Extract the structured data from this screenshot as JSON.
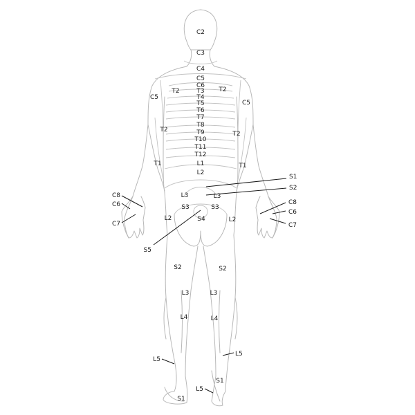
{
  "labels": {
    "c2": "C2",
    "c3": "C3",
    "c4": "C4",
    "c5": "C5",
    "c6": "C6",
    "t3": "T3",
    "t4": "T4",
    "t5": "T5",
    "t6": "T6",
    "t7": "T7",
    "t8": "T8",
    "t9": "T9",
    "t10": "T10",
    "t11": "T11",
    "t12": "T12",
    "l1": "L1",
    "l2": "L2",
    "t2_left_shoulder": "T2",
    "t2_right_shoulder": "T2",
    "c5_left_arm": "C5",
    "c5_right_arm": "C5",
    "t2_left_arm": "T2",
    "t2_right_arm": "T2",
    "t1_left_arm": "T1",
    "t1_right_arm": "T1",
    "c8_left": "C8",
    "c6_left": "C6",
    "c7_left": "C7",
    "c8_right": "C8",
    "c6_right": "C6",
    "c7_right": "C7",
    "s1_right_lead": "S1",
    "s2_right_lead": "S2",
    "l3_left_hip": "L3",
    "l3_right_hip": "L3",
    "s3_left": "S3",
    "s3_right": "S3",
    "s4": "S4",
    "s5": "S5",
    "l2_left_thigh": "L2",
    "l2_right_thigh": "L2",
    "s2_left_thigh": "S2",
    "s2_right_thigh": "S2",
    "l3_left_leg": "L3",
    "l3_right_leg": "L3",
    "l4_left_leg": "L4",
    "l4_right_leg": "L4",
    "l5_left_ankle": "L5",
    "l5_right_ankle": "L5",
    "s1_right_heel": "S1",
    "s1_left_foot": "S1",
    "l5_left_foot": "L5"
  },
  "colors": {
    "outline": "#b8b8b8",
    "text": "#1a1a1a"
  }
}
